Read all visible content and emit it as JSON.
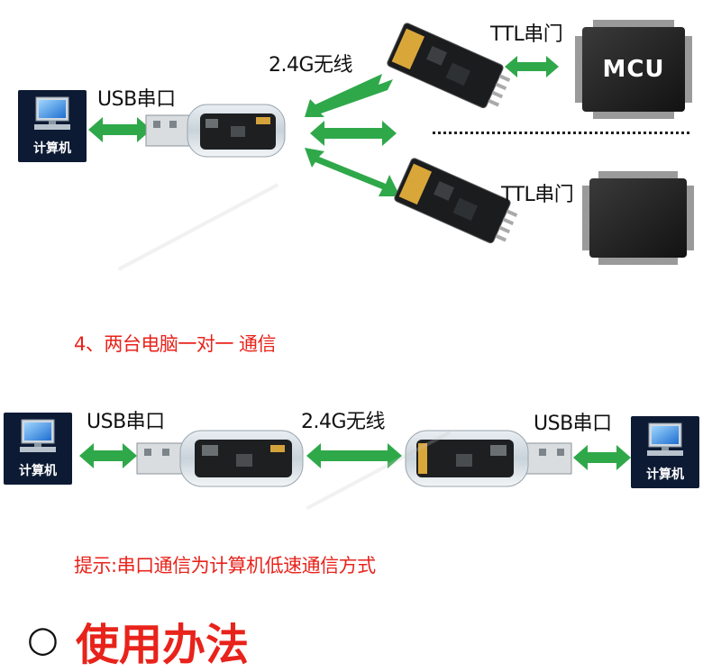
{
  "top": {
    "computer_label": "计算机",
    "usb_label": "USB串口",
    "wireless_label": "2.4G无线",
    "ttl_label_1": "TTL串门",
    "ttl_label_2": "TTL串门",
    "mcu_label": "MCU"
  },
  "section4": {
    "heading": "4、两台电脑一对一 通信"
  },
  "bottom": {
    "computer_left_label": "计算机",
    "computer_right_label": "计算机",
    "usb_left_label": "USB串口",
    "usb_right_label": "USB串口",
    "wireless_label": "2.4G无线"
  },
  "tip": "提示:串口通信为计算机低速通信方式",
  "footer": {
    "bullet": "○",
    "title": "使用办法"
  },
  "colors": {
    "arrow_green": "#2fa84a",
    "red_text": "#e8231b",
    "pc_bg": "#0d1a33",
    "chip_body": "#1e1e1e"
  }
}
